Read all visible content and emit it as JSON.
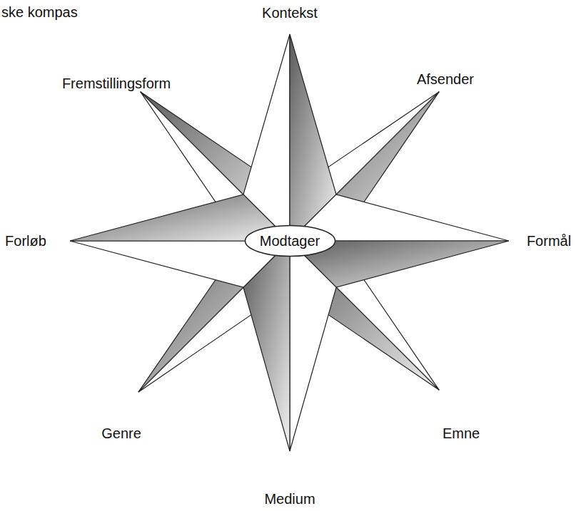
{
  "diagram": {
    "title": "ske kompas",
    "nodes": [
      {
        "text": [
          "Modtager"
        ]
      }
    ],
    "labels": [
      "Kontekst",
      "Fremstillingsform",
      "Afsender",
      "Forløb",
      "Formål",
      "Genre",
      "Emne",
      "Medium"
    ]
  }
}
